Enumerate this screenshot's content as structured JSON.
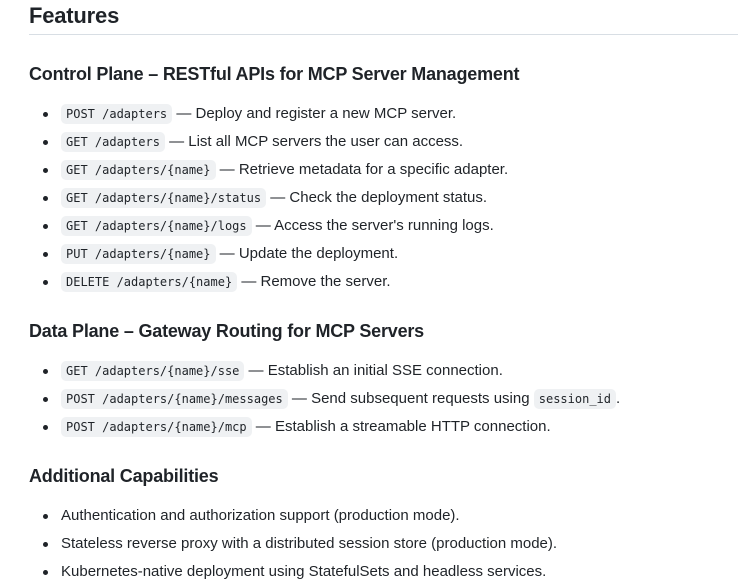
{
  "page": {
    "title": "Features"
  },
  "sections": [
    {
      "title": "Control Plane – RESTful APIs for MCP Server Management",
      "items": [
        {
          "code": "POST /adapters",
          "text": " — Deploy and register a new MCP server."
        },
        {
          "code": "GET /adapters",
          "text": " — List all MCP servers the user can access."
        },
        {
          "code": "GET /adapters/{name}",
          "text": " — Retrieve metadata for a specific adapter."
        },
        {
          "code": "GET /adapters/{name}/status",
          "text": " — Check the deployment status."
        },
        {
          "code": "GET /adapters/{name}/logs",
          "text": " — Access the server's running logs."
        },
        {
          "code": "PUT /adapters/{name}",
          "text": " — Update the deployment."
        },
        {
          "code": "DELETE /adapters/{name}",
          "text": " — Remove the server."
        }
      ]
    },
    {
      "title": "Data Plane – Gateway Routing for MCP Servers",
      "items": [
        {
          "code": "GET /adapters/{name}/sse",
          "text": " — Establish an initial SSE connection."
        },
        {
          "code": "POST /adapters/{name}/messages",
          "text": " — Send subsequent requests using ",
          "code2": "session_id",
          "text2": "."
        },
        {
          "code": "POST /adapters/{name}/mcp",
          "text": " — Establish a streamable HTTP connection."
        }
      ]
    },
    {
      "title": "Additional Capabilities",
      "items": [
        {
          "text": "Authentication and authorization support (production mode)."
        },
        {
          "text": "Stateless reverse proxy with a distributed session store (production mode)."
        },
        {
          "text": "Kubernetes-native deployment using StatefulSets and headless services."
        }
      ]
    }
  ],
  "colors": {
    "text": "#1f2328",
    "code_background": "#eff1f3",
    "divider": "#d8dee4"
  }
}
